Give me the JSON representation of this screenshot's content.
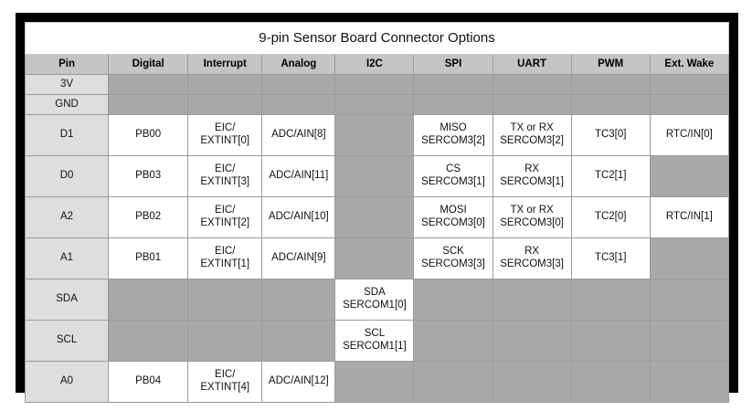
{
  "title": "9-pin Sensor Board Connector Options",
  "colors": {
    "frame": "#000000",
    "header_gray": "#c4c4c4",
    "pin_gray": "#dedede",
    "empty_gray": "#a8a8a8",
    "cell_white": "#ffffff",
    "grid_line": "#9a9a9a",
    "text": "#111111"
  },
  "columns": [
    "Pin",
    "Digital",
    "Interrupt",
    "Analog",
    "I2C",
    "SPI",
    "UART",
    "PWM",
    "Ext. Wake"
  ],
  "rows": [
    {
      "pin": "3V",
      "height": "short",
      "cells": [
        {
          "line1": "",
          "line2": "",
          "empty": true
        },
        {
          "line1": "",
          "line2": "",
          "empty": true
        },
        {
          "line1": "",
          "line2": "",
          "empty": true
        },
        {
          "line1": "",
          "line2": "",
          "empty": true
        },
        {
          "line1": "",
          "line2": "",
          "empty": true
        },
        {
          "line1": "",
          "line2": "",
          "empty": true
        },
        {
          "line1": "",
          "line2": "",
          "empty": true
        },
        {
          "line1": "",
          "line2": "",
          "empty": true
        }
      ]
    },
    {
      "pin": "GND",
      "height": "short",
      "cells": [
        {
          "line1": "",
          "line2": "",
          "empty": true
        },
        {
          "line1": "",
          "line2": "",
          "empty": true
        },
        {
          "line1": "",
          "line2": "",
          "empty": true
        },
        {
          "line1": "",
          "line2": "",
          "empty": true
        },
        {
          "line1": "",
          "line2": "",
          "empty": true
        },
        {
          "line1": "",
          "line2": "",
          "empty": true
        },
        {
          "line1": "",
          "line2": "",
          "empty": true
        },
        {
          "line1": "",
          "line2": "",
          "empty": true
        }
      ]
    },
    {
      "pin": "D1",
      "height": "tall",
      "cells": [
        {
          "line1": "PB00",
          "line2": "",
          "empty": false
        },
        {
          "line1": "EIC/",
          "line2": "EXTINT[0]",
          "empty": false
        },
        {
          "line1": "ADC/AIN[8]",
          "line2": "",
          "empty": false
        },
        {
          "line1": "",
          "line2": "",
          "empty": true
        },
        {
          "line1": "MISO",
          "line2": "SERCOM3[2]",
          "empty": false
        },
        {
          "line1": "TX or RX",
          "line2": "SERCOM3[2]",
          "empty": false
        },
        {
          "line1": "TC3[0]",
          "line2": "",
          "empty": false
        },
        {
          "line1": "RTC/IN[0]",
          "line2": "",
          "empty": false
        }
      ]
    },
    {
      "pin": "D0",
      "height": "tall",
      "cells": [
        {
          "line1": "PB03",
          "line2": "",
          "empty": false
        },
        {
          "line1": "EIC/",
          "line2": "EXTINT[3]",
          "empty": false
        },
        {
          "line1": "ADC/AIN[11]",
          "line2": "",
          "empty": false
        },
        {
          "line1": "",
          "line2": "",
          "empty": true
        },
        {
          "line1": "CS",
          "line2": "SERCOM3[1]",
          "empty": false
        },
        {
          "line1": "RX",
          "line2": "SERCOM3[1]",
          "empty": false
        },
        {
          "line1": "TC2[1]",
          "line2": "",
          "empty": false
        },
        {
          "line1": "",
          "line2": "",
          "empty": true
        }
      ]
    },
    {
      "pin": "A2",
      "height": "tall",
      "cells": [
        {
          "line1": "PB02",
          "line2": "",
          "empty": false
        },
        {
          "line1": "EIC/",
          "line2": "EXTINT[2]",
          "empty": false
        },
        {
          "line1": "ADC/AIN[10]",
          "line2": "",
          "empty": false
        },
        {
          "line1": "",
          "line2": "",
          "empty": true
        },
        {
          "line1": "MOSI",
          "line2": "SERCOM3[0]",
          "empty": false
        },
        {
          "line1": "TX or RX",
          "line2": "SERCOM3[0]",
          "empty": false
        },
        {
          "line1": "TC2[0]",
          "line2": "",
          "empty": false
        },
        {
          "line1": "RTC/IN[1]",
          "line2": "",
          "empty": false
        }
      ]
    },
    {
      "pin": "A1",
      "height": "tall",
      "cells": [
        {
          "line1": "PB01",
          "line2": "",
          "empty": false
        },
        {
          "line1": "EIC/",
          "line2": "EXTINT[1]",
          "empty": false
        },
        {
          "line1": "ADC/AIN[9]",
          "line2": "",
          "empty": false
        },
        {
          "line1": "",
          "line2": "",
          "empty": true
        },
        {
          "line1": "SCK",
          "line2": "SERCOM3[3]",
          "empty": false
        },
        {
          "line1": "RX",
          "line2": "SERCOM3[3]",
          "empty": false
        },
        {
          "line1": "TC3[1]",
          "line2": "",
          "empty": false
        },
        {
          "line1": "",
          "line2": "",
          "empty": true
        }
      ]
    },
    {
      "pin": "SDA",
      "height": "tall",
      "cells": [
        {
          "line1": "",
          "line2": "",
          "empty": true
        },
        {
          "line1": "",
          "line2": "",
          "empty": true
        },
        {
          "line1": "",
          "line2": "",
          "empty": true
        },
        {
          "line1": "SDA",
          "line2": "SERCOM1[0]",
          "empty": false
        },
        {
          "line1": "",
          "line2": "",
          "empty": true
        },
        {
          "line1": "",
          "line2": "",
          "empty": true
        },
        {
          "line1": "",
          "line2": "",
          "empty": true
        },
        {
          "line1": "",
          "line2": "",
          "empty": true
        }
      ]
    },
    {
      "pin": "SCL",
      "height": "tall",
      "cells": [
        {
          "line1": "",
          "line2": "",
          "empty": true
        },
        {
          "line1": "",
          "line2": "",
          "empty": true
        },
        {
          "line1": "",
          "line2": "",
          "empty": true
        },
        {
          "line1": "SCL",
          "line2": "SERCOM1[1]",
          "empty": false
        },
        {
          "line1": "",
          "line2": "",
          "empty": true
        },
        {
          "line1": "",
          "line2": "",
          "empty": true
        },
        {
          "line1": "",
          "line2": "",
          "empty": true
        },
        {
          "line1": "",
          "line2": "",
          "empty": true
        }
      ]
    },
    {
      "pin": "A0",
      "height": "tall",
      "cells": [
        {
          "line1": "PB04",
          "line2": "",
          "empty": false
        },
        {
          "line1": "EIC/",
          "line2": "EXTINT[4]",
          "empty": false
        },
        {
          "line1": "ADC/AIN[12]",
          "line2": "",
          "empty": false
        },
        {
          "line1": "",
          "line2": "",
          "empty": true
        },
        {
          "line1": "",
          "line2": "",
          "empty": true
        },
        {
          "line1": "",
          "line2": "",
          "empty": true
        },
        {
          "line1": "",
          "line2": "",
          "empty": true
        },
        {
          "line1": "",
          "line2": "",
          "empty": true
        }
      ]
    }
  ]
}
